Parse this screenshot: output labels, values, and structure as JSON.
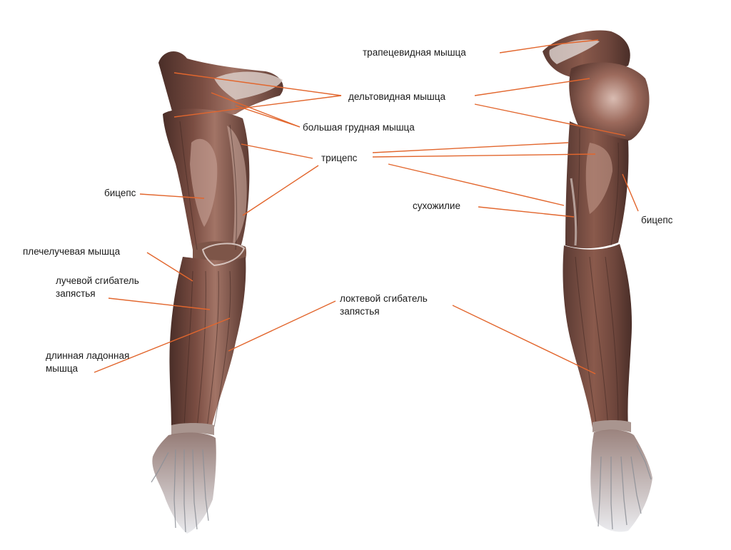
{
  "labels": {
    "trapezius": "трапецевидная мышца",
    "deltoid": "дельтовидная мышца",
    "pectoralis_major": "большая грудная мышца",
    "triceps": "трицепс",
    "biceps_left": "бицепс",
    "biceps_right": "бицепс",
    "tendon": "сухожилие",
    "brachioradialis": "плечелучевая мышца",
    "flexor_carpi_radialis": [
      "лучевой сгибатель",
      "запястья"
    ],
    "flexor_carpi_ulnaris": [
      "локтевой сгибатель",
      "запястья"
    ],
    "palmaris_longus": [
      "длинная ладонная",
      "мышца"
    ]
  },
  "colors": {
    "leader_line": "#e2662d",
    "muscle_dark": "#5a3a33",
    "muscle_mid": "#8a5a4c",
    "muscle_light": "#c9a79b",
    "tendon_white": "#ece6e4",
    "bone_grey": "#b9bcc2",
    "text": "#1a1a1a"
  }
}
